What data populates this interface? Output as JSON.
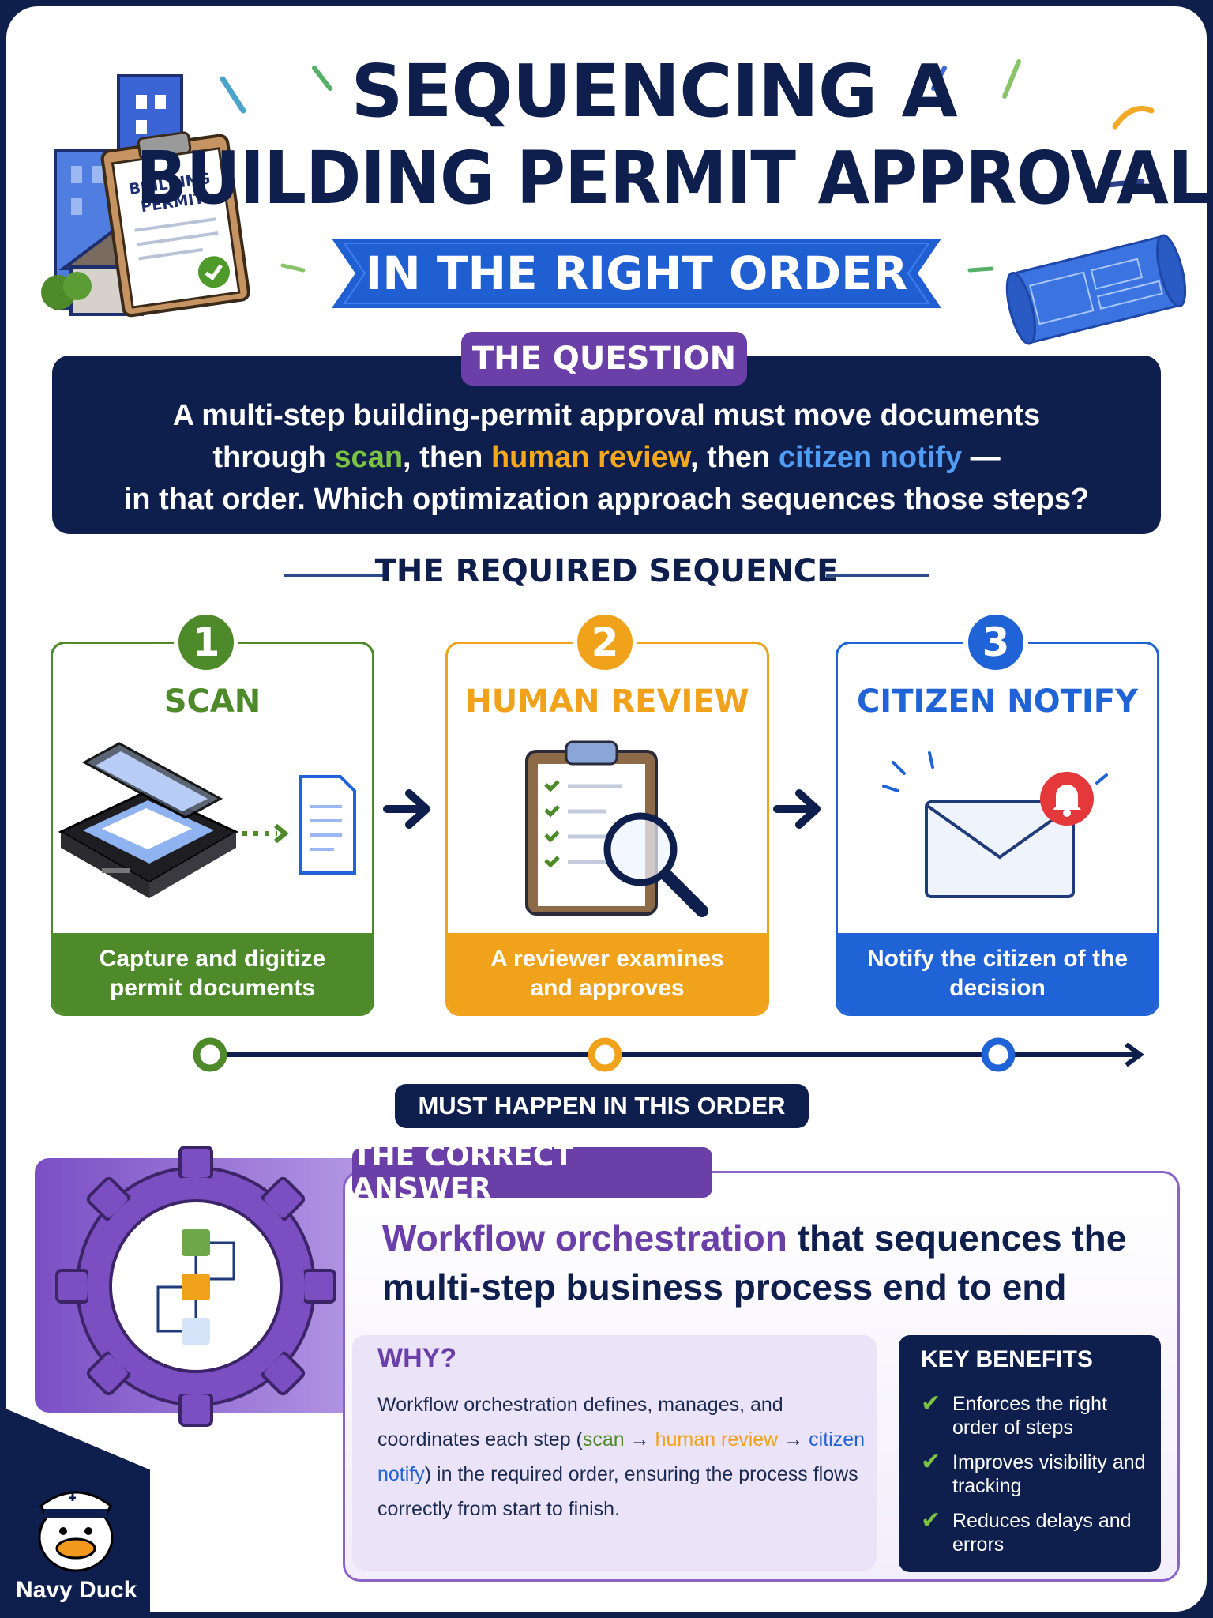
{
  "header": {
    "title_line1": "SEQUENCING A",
    "title_line2": "BUILDING PERMIT APPROVAL",
    "ribbon": "IN THE RIGHT ORDER",
    "clipboard_label_1": "BUILDING",
    "clipboard_label_2": "PERMIT"
  },
  "question": {
    "label": "THE QUESTION",
    "text_a": "A multi-step building-permit approval must move documents",
    "text_b1": "through ",
    "text_b_scan": "scan",
    "text_b2": ", then ",
    "text_b_review": "human review",
    "text_b3": ", then ",
    "text_b_notify": "citizen notify",
    "text_b4": " —",
    "text_c": "in that order. Which optimization approach sequences those steps?"
  },
  "sequence": {
    "title": "THE REQUIRED SEQUENCE",
    "steps": [
      {
        "number": "1",
        "title": "SCAN",
        "caption": "Capture and digitize permit documents",
        "color": "#4e8a2a"
      },
      {
        "number": "2",
        "title": "HUMAN REVIEW",
        "caption": "A reviewer examines and approves",
        "color": "#f0a21a"
      },
      {
        "number": "3",
        "title": "CITIZEN NOTIFY",
        "caption": "Notify the citizen of the decision",
        "color": "#1f63d6"
      }
    ],
    "order_label": "MUST HAPPEN IN THIS ORDER"
  },
  "answer": {
    "label": "THE CORRECT ANSWER",
    "main_em": "Workflow orchestration",
    "main_rest": " that sequences the multi-step business process end to end",
    "why_title": "WHY?",
    "why_a": "Workflow orchestration defines, manages, and coordinates each step (",
    "why_scan": "scan",
    "why_arrow1": " → ",
    "why_review": "human review",
    "why_arrow2": " → ",
    "why_notify": "citizen notify",
    "why_b": ") in the required order, ensuring the process flows correctly from start to finish.",
    "benefits_title": "KEY BENEFITS",
    "benefits": [
      "Enforces the right order of steps",
      "Improves visibility and tracking",
      "Reduces delays and errors"
    ]
  },
  "brand": {
    "name": "Navy Duck"
  },
  "colors": {
    "navy": "#0f1f4d",
    "purple": "#6b3fa8",
    "green": "#4e8a2a",
    "orange": "#f0a21a",
    "blue": "#1f63d6"
  }
}
